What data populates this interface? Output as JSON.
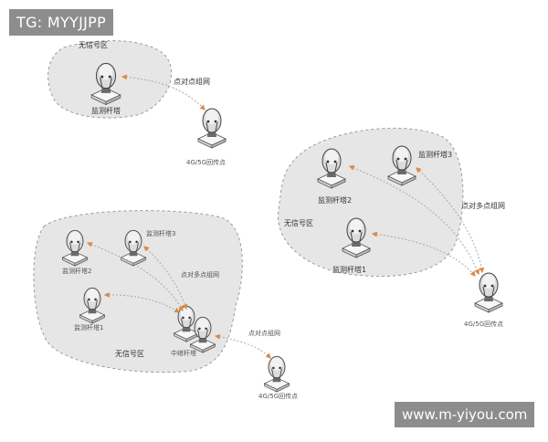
{
  "watermark": {
    "top_left": "TG: MYYJJPP",
    "bottom_right": "www.m-yiyou.com"
  },
  "colors": {
    "region_fill": "#e6e6e6",
    "region_border": "#9a9a9a",
    "link_arrow": "#d98a4a",
    "link_line": "#a8a8a8",
    "overlay_bg": "#8d8d8d"
  },
  "diagram_top_left": {
    "region_label": "无信号区",
    "tower_label": "监测杆塔",
    "link_label": "点对点组网",
    "station_label": "4G/5G回传点"
  },
  "diagram_right": {
    "region_label": "无信号区",
    "tower_labels": [
      "监测杆塔2",
      "监测杆塔3",
      "监测杆塔1"
    ],
    "link_label": "点对多点组网",
    "station_label": "4G/5G回传点"
  },
  "diagram_bottom_left": {
    "region_label": "无信号区",
    "tower_labels": [
      "监测杆塔2",
      "监测杆塔3",
      "监测杆塔1"
    ],
    "relay_label": "中继杆塔",
    "link_label_multi": "点对多点组网",
    "link_label_p2p": "点对点组网",
    "station_label": "4G/5G回传点"
  }
}
